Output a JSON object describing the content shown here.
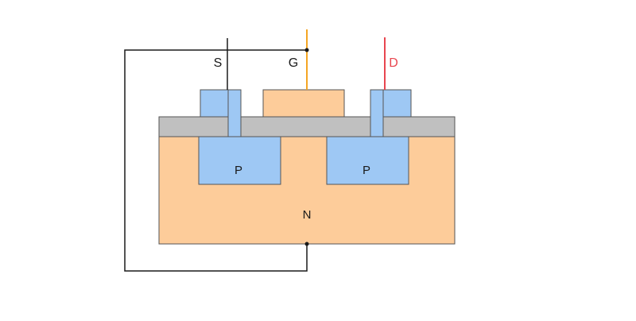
{
  "diagram": {
    "terminals": {
      "source": "S",
      "gate": "G",
      "drain": "D"
    },
    "regions": {
      "p_left": "P",
      "p_right": "P",
      "substrate": "N"
    },
    "colors": {
      "substrate": "#fdcc9a",
      "p_region": "#9ec8f4",
      "oxide": "#c0c0c0",
      "gate_wire": "#f5a623",
      "drain_wire": "#e8464f",
      "drain_label": "#e8464f",
      "wire": "#1a1a1a",
      "outline": "#555555"
    }
  }
}
